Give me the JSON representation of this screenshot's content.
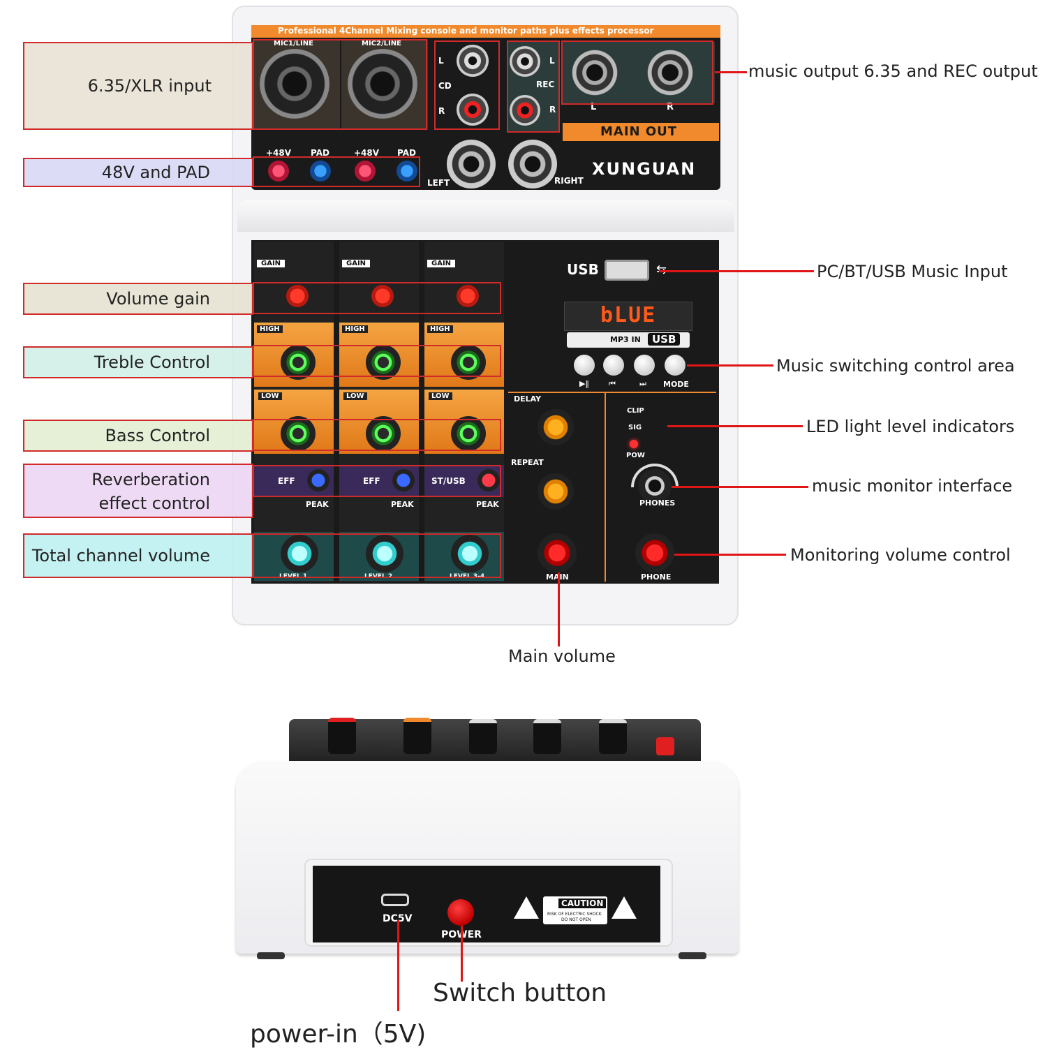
{
  "colors": {
    "accent": "#e01515",
    "panel": "#161616",
    "orange": "#f08a2c",
    "brand_bg": "#ffffff"
  },
  "mixer": {
    "banner": "Professional 4Channel Mixing console and monitor paths plus effects processor",
    "brand": "XUNGUAN",
    "mic1": "MIC1/LINE",
    "mic2": "MIC2/LINE",
    "cd": "CD",
    "rec": "REC",
    "L": "L",
    "R": "R",
    "main_out": "MAIN OUT",
    "left": "LEFT",
    "right": "RIGHT",
    "p48v_1": "+48V",
    "pad_1": "PAD",
    "p48v_2": "+48V",
    "pad_2": "PAD",
    "usb": "USB",
    "display": "bLUE",
    "mp3in": "MP3 IN",
    "mode": "MODE",
    "delay": "DELAY",
    "repeat": "REPEAT",
    "clip": "CLIP",
    "sig": "SIG",
    "pow": "POW",
    "phones": "PHONES",
    "main": "MAIN",
    "phone": "PHONE",
    "channels": [
      {
        "gain": "GAIN",
        "high": "HIGH",
        "low": "LOW",
        "eff": "EFF",
        "peak": "PEAK",
        "level": "LEVEL 1"
      },
      {
        "gain": "GAIN",
        "high": "HIGH",
        "low": "LOW",
        "eff": "EFF",
        "peak": "PEAK",
        "level": "LEVEL 2"
      },
      {
        "gain": "GAIN",
        "high": "HIGH",
        "low": "LOW",
        "eff": "ST/USB",
        "peak": "PEAK",
        "level": "LEVEL 3-4"
      }
    ],
    "back_dc": "DC5V",
    "back_power": "POWER",
    "caution": "CAUTION",
    "caution_sub1": "RISK OF ELECTRIC SHOCK",
    "caution_sub2": "DO NOT OPEN"
  },
  "callouts_left": [
    "6.35/XLR input",
    "48V and PAD",
    "Volume gain",
    "Treble Control",
    "Bass Control",
    "Reverberation effect control",
    "Total channel volume"
  ],
  "callouts_right": [
    "music output 6.35 and REC output",
    "PC/BT/USB Music Input",
    "Music switching control area",
    "LED light level indicators",
    "music monitor interface",
    "Monitoring volume control"
  ],
  "callouts_bottom": {
    "main_volume": "Main volume",
    "switch_button": "Switch button",
    "power_in": "power-in（5V)"
  }
}
